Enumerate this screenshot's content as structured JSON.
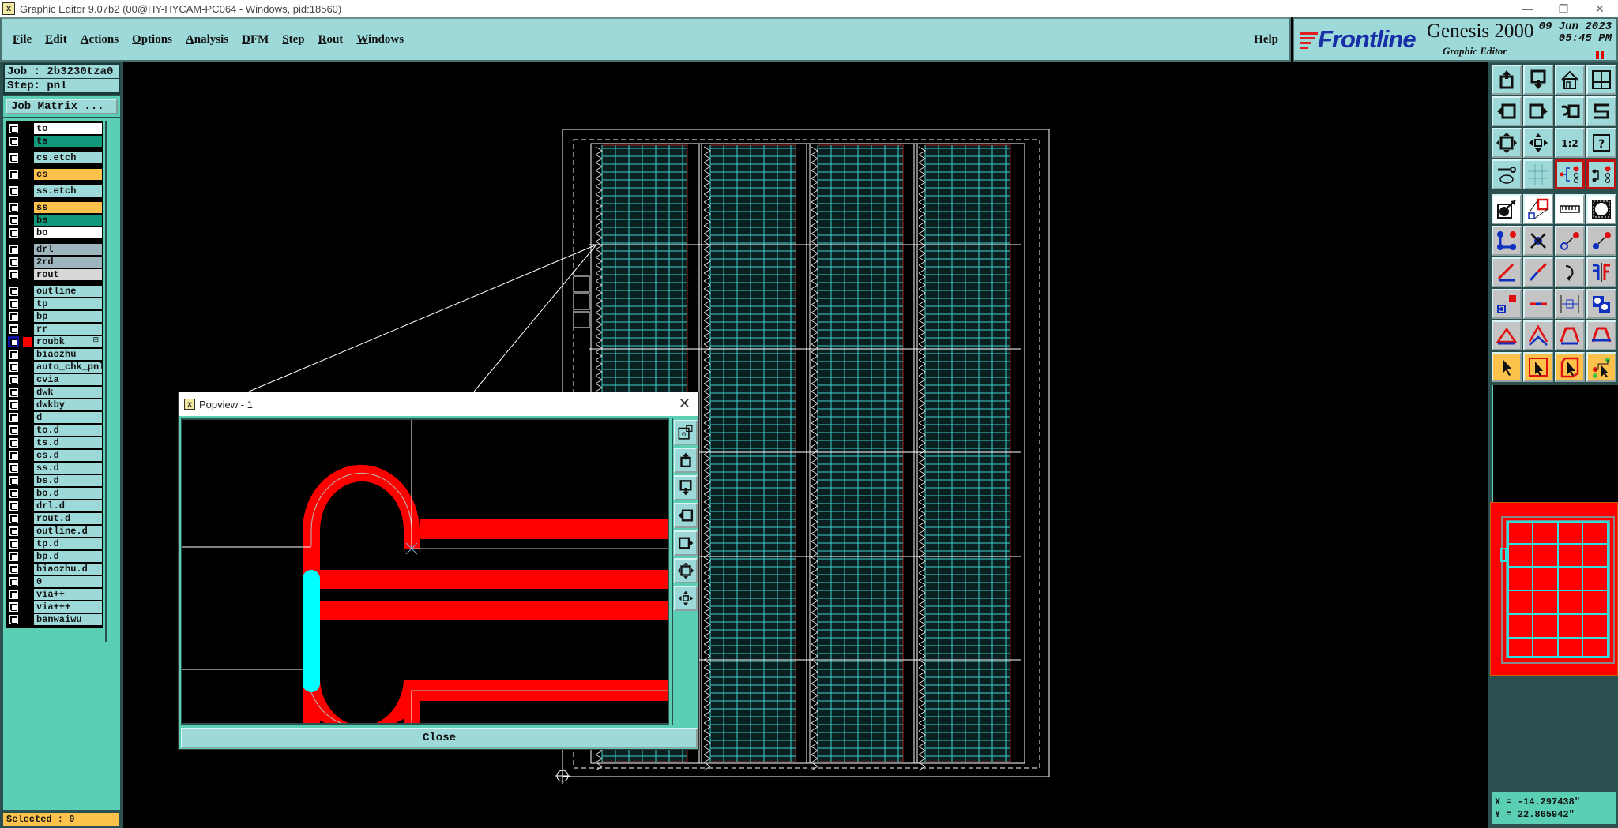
{
  "window": {
    "title": "Graphic Editor 9.07b2 (00@HY-HYCAM-PC064 - Windows, pid:18560)",
    "icon": "x-app-icon",
    "controls": [
      "minimize",
      "restore",
      "close"
    ]
  },
  "menubar": {
    "items": [
      "File",
      "Edit",
      "Actions",
      "Options",
      "Analysis",
      "DFM",
      "Step",
      "Rout",
      "Windows"
    ],
    "help": "Help"
  },
  "brand": {
    "logo": "Frontline",
    "product": "Genesis 2000",
    "subtitle": "Graphic Editor",
    "date": "09 Jun 2023",
    "time": "05:45 PM"
  },
  "left_panel": {
    "job": "Job : 2b3230tza0",
    "step": "Step: pnl",
    "job_matrix_button": "Job Matrix ...",
    "selected": "Selected : 0",
    "layer_groups": [
      [
        {
          "name": "to",
          "color": "#ffffff"
        },
        {
          "name": "ts",
          "color": "#10997a"
        }
      ],
      [
        {
          "name": "cs.etch",
          "color": "#9ed9d9"
        }
      ],
      [
        {
          "name": "cs",
          "color": "#fdc24c"
        }
      ],
      [
        {
          "name": "ss.etch",
          "color": "#9ed9d9"
        }
      ],
      [
        {
          "name": "ss",
          "color": "#fdc24c"
        },
        {
          "name": "bs",
          "color": "#10997a"
        },
        {
          "name": "bo",
          "color": "#ffffff"
        }
      ],
      [
        {
          "name": "drl",
          "color": "#9fb5bd"
        },
        {
          "name": "2rd",
          "color": "#9fb5bd"
        },
        {
          "name": "rout",
          "color": "#d8d8d8"
        }
      ],
      [
        {
          "name": "outline",
          "color": "#9ed9d9"
        },
        {
          "name": "tp",
          "color": "#9ed9d9"
        },
        {
          "name": "bp",
          "color": "#9ed9d9"
        },
        {
          "name": "rr",
          "color": "#9ed9d9"
        },
        {
          "name": "roubk",
          "color": "#9ed9d9",
          "active": true,
          "swatch": "#ff0000",
          "has_plus": true
        },
        {
          "name": "biaozhu",
          "color": "#9ed9d9"
        },
        {
          "name": "auto_chk_pnl",
          "color": "#9ed9d9"
        },
        {
          "name": "cvia",
          "color": "#9ed9d9"
        },
        {
          "name": "dwk",
          "color": "#9ed9d9"
        },
        {
          "name": "dwkby",
          "color": "#9ed9d9"
        },
        {
          "name": "d",
          "color": "#9ed9d9"
        },
        {
          "name": "to.d",
          "color": "#9ed9d9"
        },
        {
          "name": "ts.d",
          "color": "#9ed9d9"
        },
        {
          "name": "cs.d",
          "color": "#9ed9d9"
        },
        {
          "name": "ss.d",
          "color": "#9ed9d9"
        },
        {
          "name": "bs.d",
          "color": "#9ed9d9"
        },
        {
          "name": "bo.d",
          "color": "#9ed9d9"
        },
        {
          "name": "drl.d",
          "color": "#9ed9d9"
        },
        {
          "name": "rout.d",
          "color": "#9ed9d9"
        },
        {
          "name": "outline.d",
          "color": "#9ed9d9"
        },
        {
          "name": "tp.d",
          "color": "#9ed9d9"
        },
        {
          "name": "bp.d",
          "color": "#9ed9d9"
        },
        {
          "name": "biaozhu.d",
          "color": "#9ed9d9"
        },
        {
          "name": "0",
          "color": "#9ed9d9"
        },
        {
          "name": "via++",
          "color": "#9ed9d9"
        },
        {
          "name": "via+++",
          "color": "#9ed9d9"
        },
        {
          "name": "banwaiwu",
          "color": "#9ed9d9"
        }
      ]
    ]
  },
  "right_panel": {
    "toolbar_rows": [
      [
        "zoom-in-icon",
        "zoom-out-icon",
        "home-icon",
        "snap-grid-icon"
      ],
      [
        "pan-left-icon",
        "pan-right-icon",
        "undo-zoom-icon",
        "redraw-icon"
      ],
      [
        "zoom-fit-icon",
        "zoom-center-icon",
        "scale-icon",
        "help-icon"
      ],
      [
        "tools-icon",
        "grid-icon",
        "net-connectivity-icon",
        "net-highlight-icon"
      ],
      [
        "select-pad-icon",
        "add-feature-icon",
        "measure-ruler-icon",
        "pad-outline-icon"
      ],
      [
        "connect-nodes-icon",
        "delete-node-icon",
        "move-endpoint-icon",
        "move-node-icon"
      ],
      [
        "angle-line-icon",
        "diagonal-line-icon",
        "rotate-icon",
        "mirror-icon"
      ],
      [
        "move-pad-icon",
        "line-segment-icon",
        "dimension-icon",
        "merge-pads-icon"
      ],
      [
        "arc-triangle-icon",
        "arc-peak-icon",
        "arc-round-icon",
        "arc-split-icon"
      ],
      [
        "select-arrow-icon",
        "select-box-icon",
        "select-polygon-icon",
        "select-net-icon"
      ]
    ],
    "coords": {
      "x": "X = -14.297438\"",
      "y": "Y = 22.865942\""
    }
  },
  "popview": {
    "title": "Popview - 1",
    "close_label": "Close",
    "tools": [
      "zoom-window-icon",
      "zoom-in-icon",
      "zoom-out-icon",
      "pan-left-icon",
      "pan-right-icon",
      "zoom-fit-icon",
      "zoom-center-icon"
    ]
  },
  "colors": {
    "panel_bg": "#9ed9d9",
    "accent_green": "#5acfb3",
    "dark_frame": "#2c5050",
    "copper_red": "#ff0000",
    "highlight_cyan": "#00ffff",
    "selected_orange": "#fdc24c"
  }
}
